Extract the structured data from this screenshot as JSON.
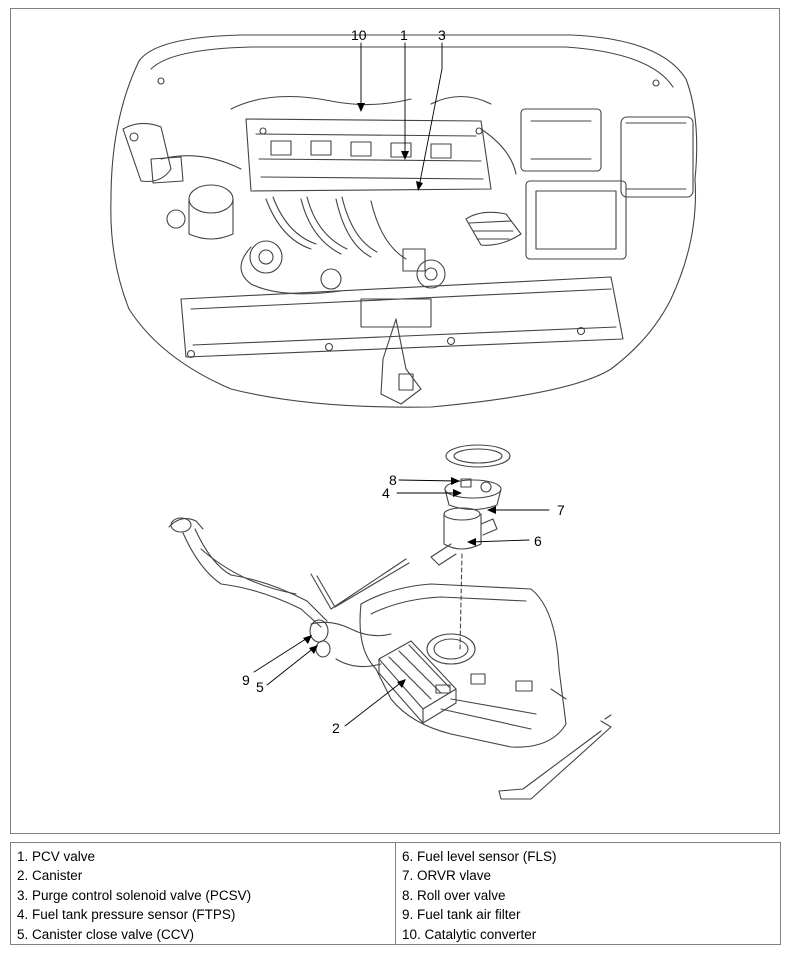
{
  "callouts": [
    "10",
    "1",
    "3",
    "8",
    "4",
    "7",
    "6",
    "9",
    "5",
    "2"
  ],
  "legend": {
    "left": [
      "1. PCV valve",
      "2. Canister",
      "3. Purge control solenoid valve (PCSV)",
      "4. Fuel tank pressure sensor (FTPS)",
      "5. Canister close valve (CCV)"
    ],
    "right": [
      "6. Fuel level sensor (FLS)",
      "7. ORVR vlave",
      "8. Roll over valve",
      "9. Fuel tank air filter",
      "10. Catalytic converter"
    ]
  }
}
